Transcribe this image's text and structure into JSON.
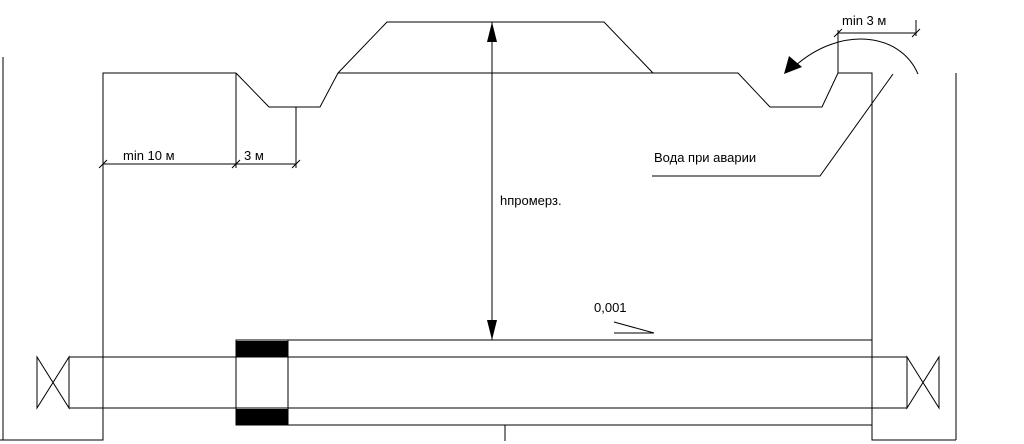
{
  "diagram": {
    "labels": {
      "min_10": "min 10 м",
      "three_m_left": "3 м",
      "min_3": "min 3 м",
      "water_emergency": "Вода при аварии",
      "h_freeze": "hпромерз.",
      "slope": "0,001"
    },
    "colors": {
      "line": "#000000",
      "background": "#ffffff",
      "sleeve": "#000000"
    }
  }
}
